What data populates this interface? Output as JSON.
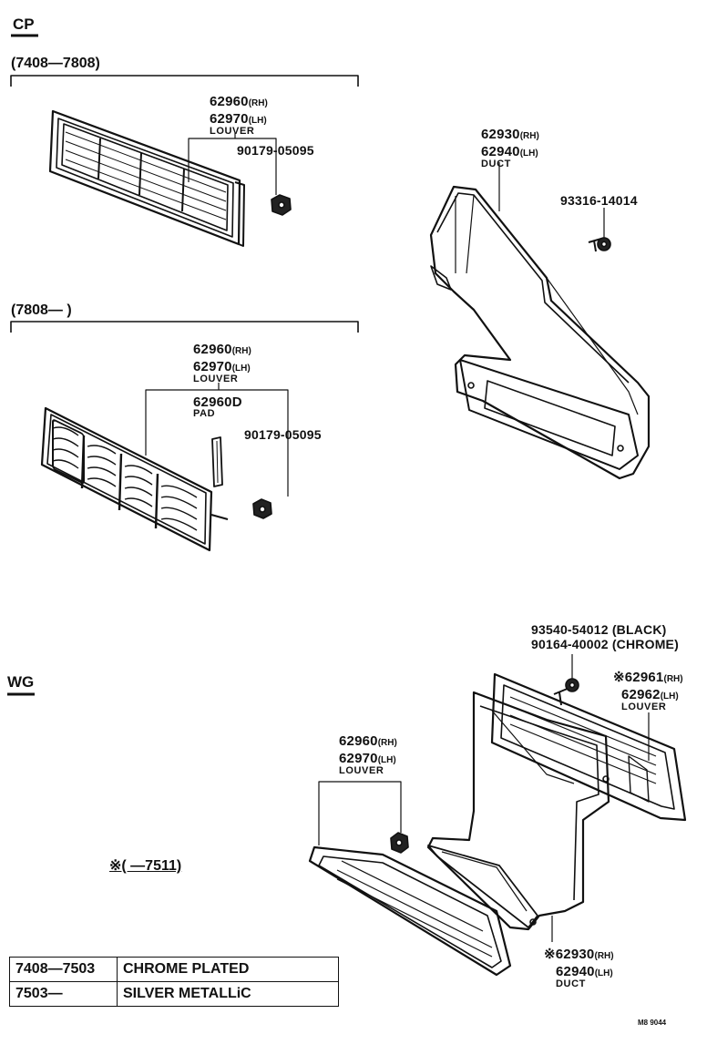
{
  "sections": {
    "cp": {
      "title": "CP"
    },
    "wg": {
      "title": "WG"
    }
  },
  "ranges": {
    "r1": "(7408—7808)",
    "r2": "(7808—          )",
    "note": "※(      —7511)"
  },
  "callouts": {
    "a_louver": {
      "rh": "62960",
      "rh_suffix": "(RH)",
      "lh": "62970",
      "lh_suffix": "(LH)",
      "name": "LOUVER"
    },
    "a_nut": "90179-05095",
    "duct_top": {
      "rh": "62930",
      "rh_suffix": "(RH)",
      "lh": "62940",
      "lh_suffix": "(LH)",
      "name": "DUCT"
    },
    "screw_top": "93316-14014",
    "b_louver": {
      "rh": "62960",
      "rh_suffix": "(RH)",
      "lh": "62970",
      "lh_suffix": "(LH)",
      "name": "LOUVER"
    },
    "b_pad": {
      "pn": "62960D",
      "name": "PAD"
    },
    "b_nut": "90179-05095",
    "wg_screw": {
      "a": "93540-54012 (BLACK)",
      "b": "90164-40002 (CHROME)"
    },
    "wg_louver_r": {
      "rh": "※62961",
      "rh_suffix": "(RH)",
      "lh": "62962",
      "lh_suffix": "(LH)",
      "name": "LOUVER"
    },
    "wg_louver_l": {
      "rh": "62960",
      "rh_suffix": "(RH)",
      "lh": "62970",
      "lh_suffix": "(LH)",
      "name": "LOUVER"
    },
    "wg_duct": {
      "rh": "※62930",
      "rh_suffix": "(RH)",
      "lh": "62940",
      "lh_suffix": "(LH)",
      "name": "DUCT"
    }
  },
  "legend": [
    {
      "code": "7408—7503",
      "desc": "CHROME PLATED"
    },
    {
      "code": "7503—",
      "desc": "SILVER METALLiC"
    }
  ],
  "footer": {
    "code": "M8 9044"
  }
}
